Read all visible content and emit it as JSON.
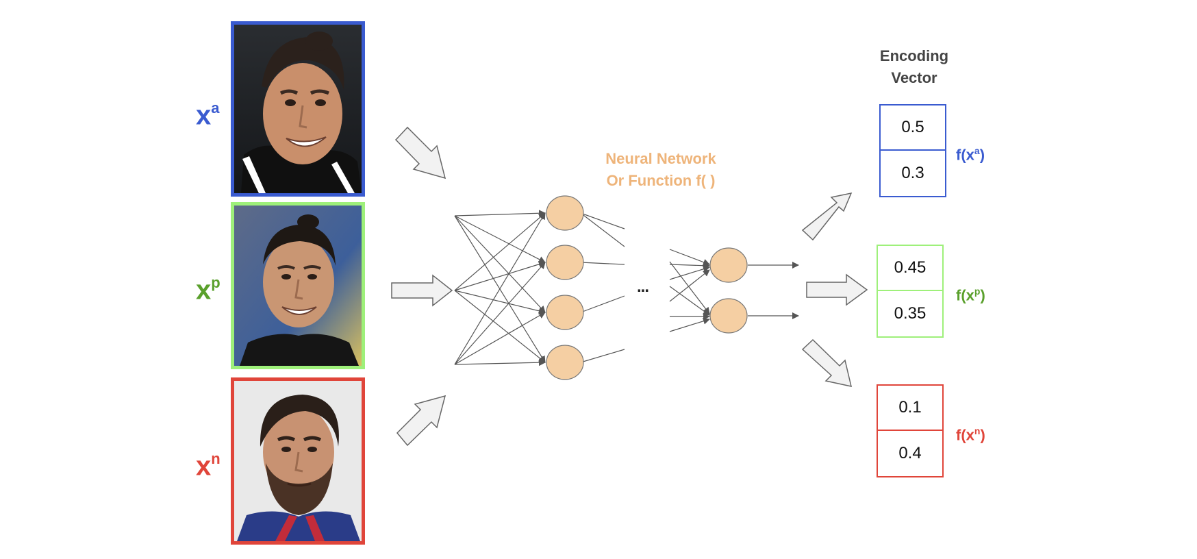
{
  "colors": {
    "anchor": "#3a5bd0",
    "positive": "#5aa02c",
    "negative": "#e0453a",
    "positive_border": "#9ef07a",
    "node_fill": "#f5cfa3",
    "arrow_fill": "#f2f2f2"
  },
  "inputs": [
    {
      "base": "x",
      "sup": "a",
      "image": "Cristiano Ronaldo face photo (anchor)"
    },
    {
      "base": "x",
      "sup": "p",
      "image": "Cristiano Ronaldo face photo (positive)"
    },
    {
      "base": "x",
      "sup": "n",
      "image": "Lionel Messi face photo (negative)"
    }
  ],
  "network": {
    "title_line1": "Neural Network",
    "title_line2": "Or Function f( )",
    "ellipsis": "..."
  },
  "encoding": {
    "title_line1": "Encoding",
    "title_line2": "Vector",
    "vectors": [
      {
        "values": [
          "0.5",
          "0.3"
        ],
        "label_base": "f(x",
        "label_sup": "a",
        "label_close": ")"
      },
      {
        "values": [
          "0.45",
          "0.35"
        ],
        "label_base": "f(x",
        "label_sup": "p",
        "label_close": ")"
      },
      {
        "values": [
          "0.1",
          "0.4"
        ],
        "label_base": "f(x",
        "label_sup": "n",
        "label_close": ")"
      }
    ]
  }
}
